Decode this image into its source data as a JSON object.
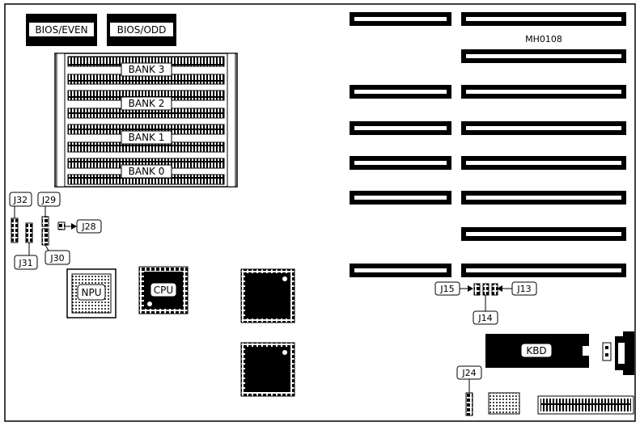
{
  "board_id": "MH0108",
  "bios": [
    "BIOS/EVEN",
    "BIOS/ODD"
  ],
  "banks": [
    "BANK 3",
    "BANK 2",
    "BANK 1",
    "BANK 0"
  ],
  "chips": {
    "npu": "NPU",
    "cpu": "CPU",
    "kbd": "KBD"
  },
  "jumpers": {
    "j32": "J32",
    "j29": "J29",
    "j28": "J28",
    "j31": "J31",
    "j30": "J30",
    "j15": "J15",
    "j13": "J13",
    "j14": "J14",
    "j24": "J24"
  },
  "colors": {
    "ink": "#000000",
    "paper": "#ffffff"
  }
}
